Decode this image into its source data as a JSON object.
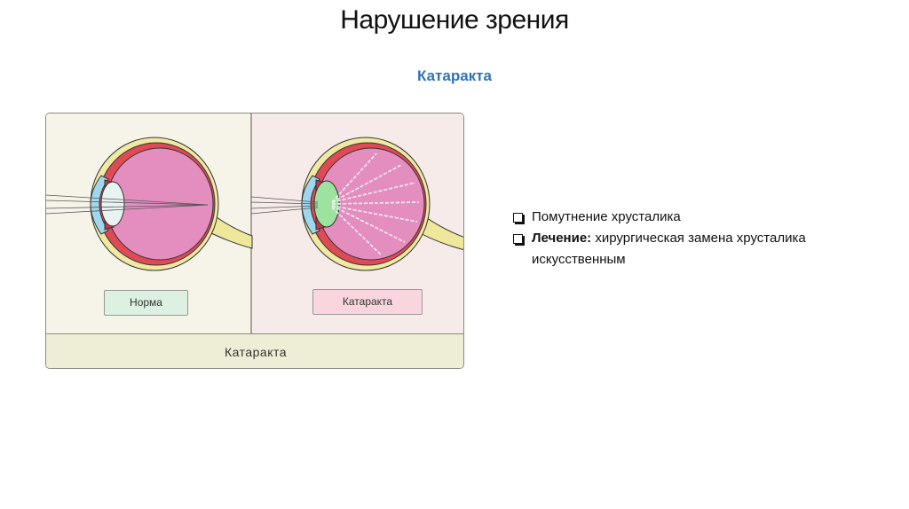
{
  "slide": {
    "title": "Нарушение зрения",
    "subtitle": "Катаракта"
  },
  "figure": {
    "label_normal": "Норма",
    "label_cataract": "Катаракта",
    "footer": "Катаракта"
  },
  "bullets": [
    {
      "text": "Помутнение хрусталика"
    },
    {
      "bold": "Лечение:",
      "text": "хирургическая замена хрусталика искусственным"
    }
  ],
  "colors": {
    "subtitle": "#2e74b5",
    "retina_pink": "#e48ec0",
    "choroid_red": "#e04a55",
    "sclera_yellow": "#f0e9a2",
    "lens_cataract": "#9ee2a0",
    "optic_nerve": "#efe79a"
  }
}
